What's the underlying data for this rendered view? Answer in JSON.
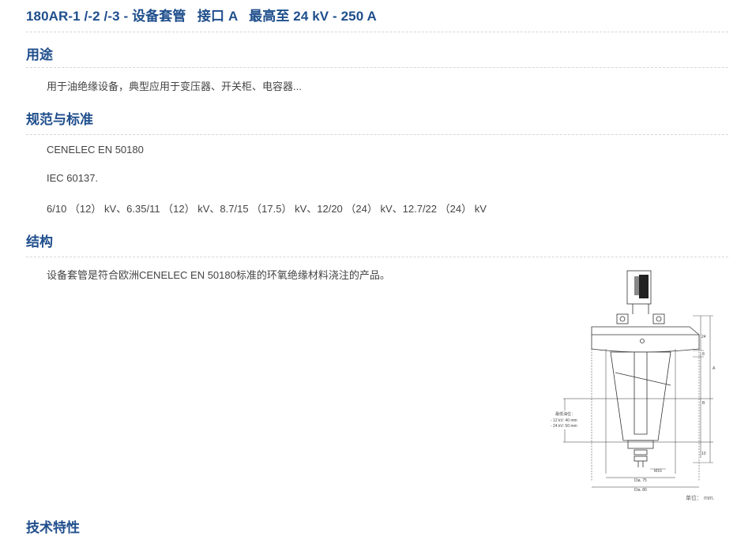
{
  "page": {
    "title": "180AR-1 /-2 /-3 - 设备套管   接口 A   最高至 24 kV - 250 A"
  },
  "sections": {
    "usage": {
      "heading": "用途",
      "text": "用于油绝缘设备，典型应用于变压器、开关柜、电容器..."
    },
    "standards": {
      "heading": "规范与标准",
      "items": [
        "CENELEC EN 50180",
        "IEC 60137.",
        "6/10 （12） kV、6.35/11 （12） kV、8.7/15 （17.5） kV、12/20 （24） kV、12.7/22 （24） kV"
      ]
    },
    "structure": {
      "heading": "结构",
      "text": "设备套管是符合欧洲CENELEC EN 50180标准的环氧绝缘材料浇注的产品。"
    },
    "next": {
      "heading": "技术特性"
    }
  },
  "figure": {
    "note_title": "最低油位：",
    "note_line1": "- 12 kV: 40 mm",
    "note_line2": "- 24 kV: 50 mm",
    "thread_label": "M16",
    "dia_inner": "Dia. 75",
    "dia_outer": "Dia. 80",
    "dim_a": "A",
    "dim_b": "B",
    "dim_top": "24",
    "dim_8": "8",
    "dim_10": "10",
    "unit_label": "单位：   mm."
  }
}
